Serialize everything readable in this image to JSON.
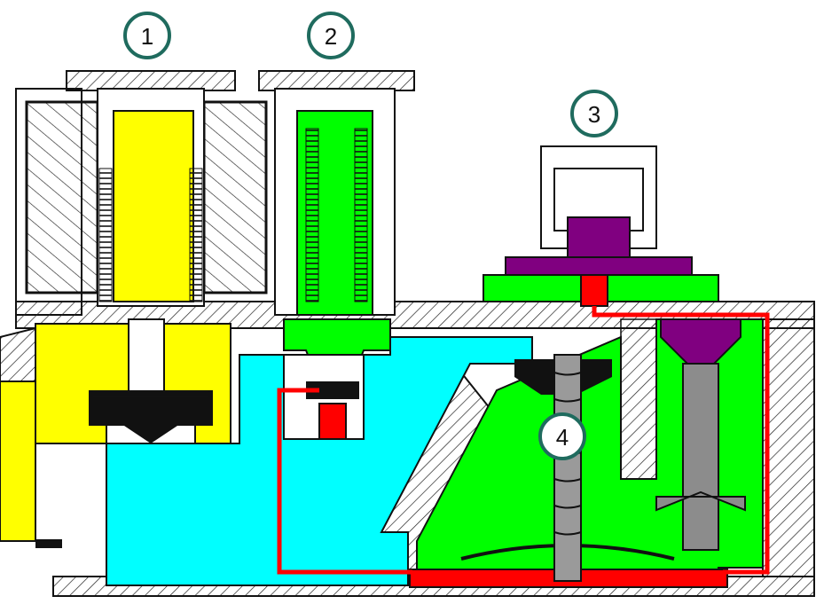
{
  "markers": [
    {
      "label": "1"
    },
    {
      "label": "2"
    },
    {
      "label": "3"
    },
    {
      "label": "4"
    }
  ],
  "colors": {
    "coil_1": "#ffff00",
    "coil_2": "#00ff00",
    "chamber_water": "#00ffff",
    "control_line": "#ff0000",
    "actuator": "#800080",
    "body": "#ffffff",
    "outline": "#111111",
    "marker_ring": "#1f6b5e",
    "stem": "#8c8c8c"
  }
}
